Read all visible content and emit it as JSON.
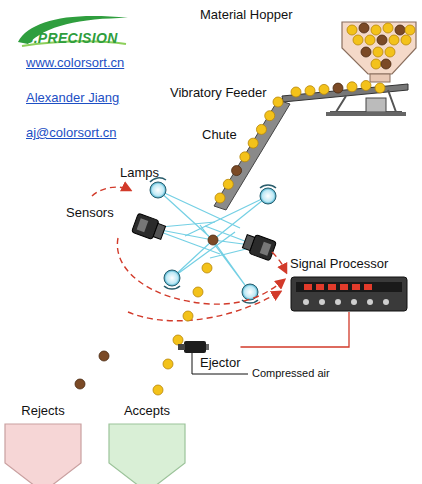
{
  "diagram": {
    "nodes": [
      {
        "text": [
          "Signal Processor"
        ]
      },
      {
        "text": [
          "Ejector"
        ]
      },
      {
        "text": [
          "Rejects"
        ]
      },
      {
        "text": [
          "Accepts"
        ]
      }
    ],
    "edges": [
      {
        "from": 0,
        "to": 1,
        "arrow": "none"
      }
    ],
    "labels": [
      "S.PRECISION",
      "www.colorsort.cn",
      "Alexander Jiang",
      "aj@colorsort.cn",
      "Material Hopper",
      "Vibratory Feeder",
      "Chute",
      "Lamps",
      "Sensors",
      "Compressed air"
    ]
  }
}
